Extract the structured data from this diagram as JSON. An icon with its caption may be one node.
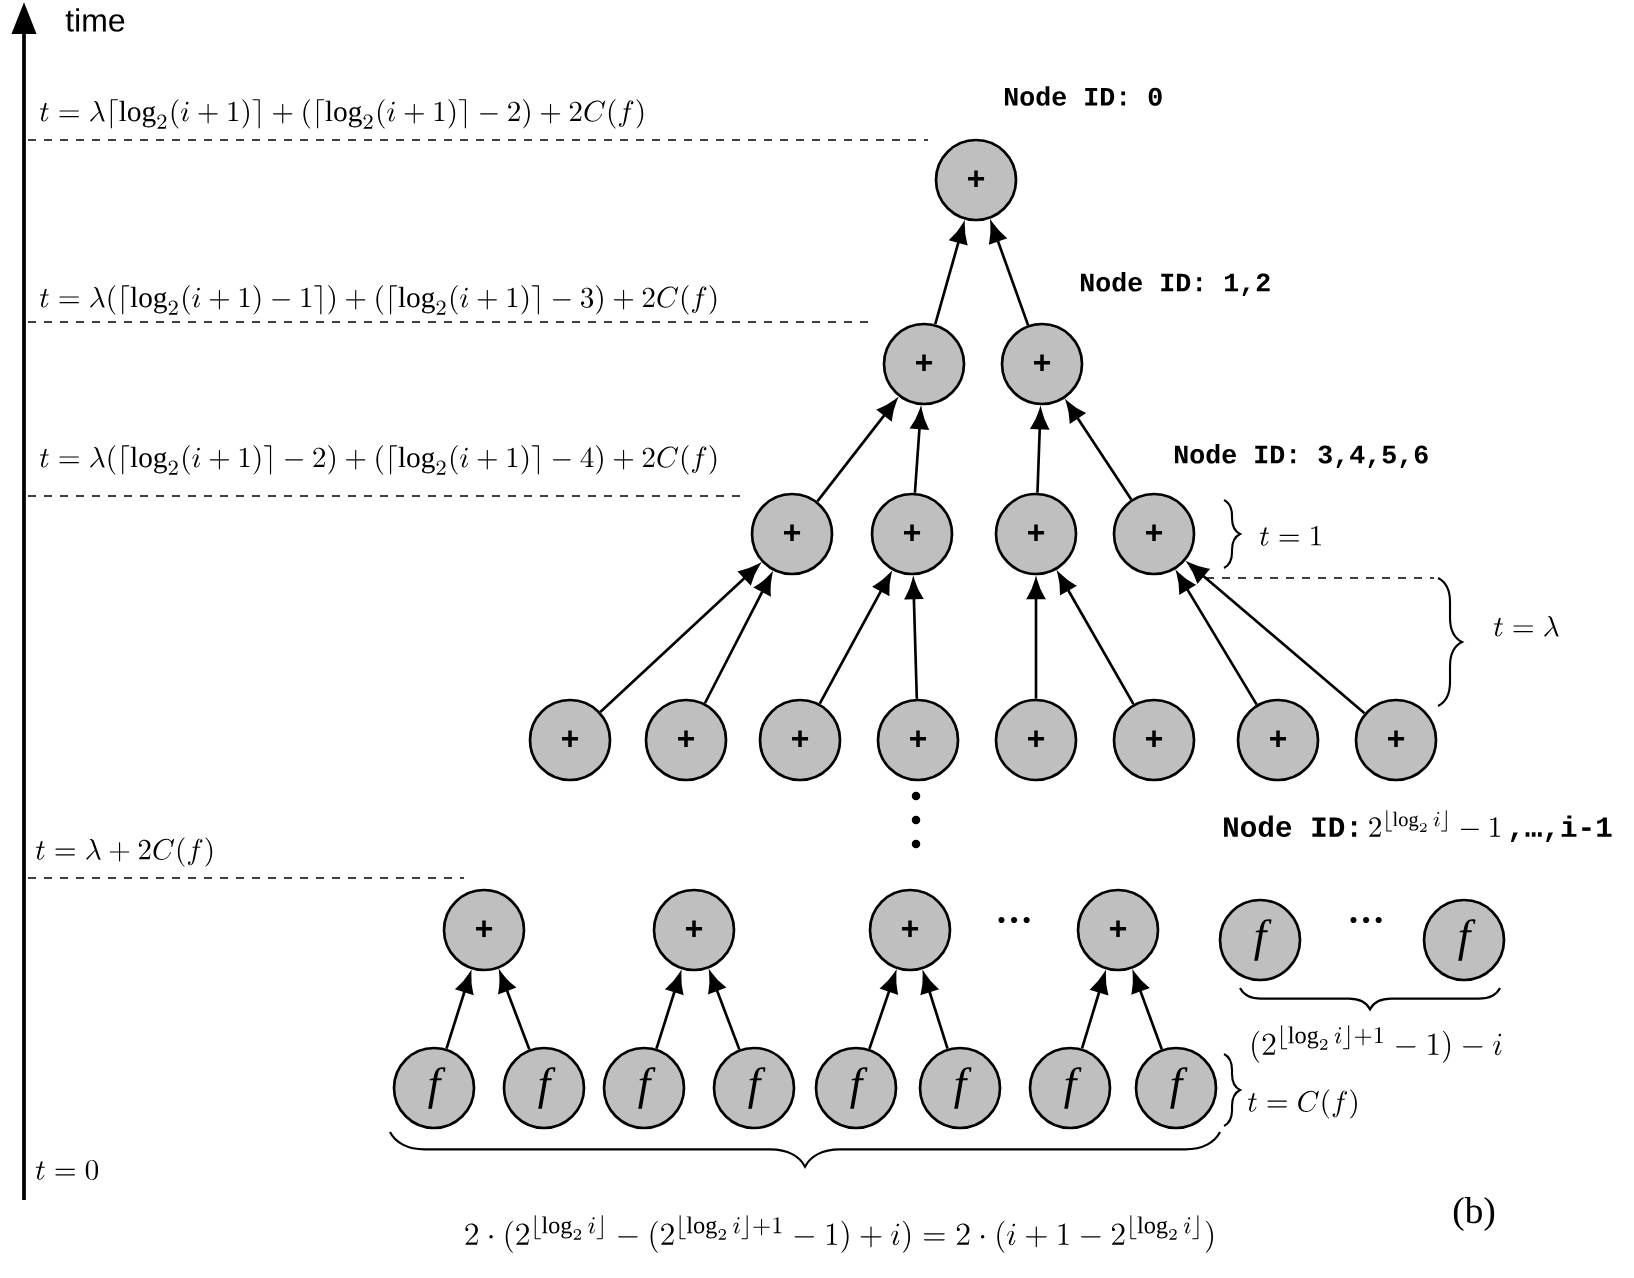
{
  "diagram": {
    "nodes": [
      {
        "text": [
          "+"
        ]
      },
      {
        "text": [
          "+"
        ]
      },
      {
        "text": [
          "+"
        ]
      },
      {
        "text": [
          "+"
        ]
      },
      {
        "text": [
          "+"
        ]
      },
      {
        "text": [
          "+"
        ]
      },
      {
        "text": [
          "+"
        ]
      },
      {
        "text": [
          "+"
        ]
      },
      {
        "text": [
          "+"
        ]
      },
      {
        "text": [
          "+"
        ]
      },
      {
        "text": [
          "+"
        ]
      },
      {
        "text": [
          "+"
        ]
      },
      {
        "text": [
          "+"
        ]
      },
      {
        "text": [
          "+"
        ]
      },
      {
        "text": [
          "+"
        ]
      },
      {
        "text": [
          "+"
        ]
      },
      {
        "text": [
          "+"
        ]
      },
      {
        "text": [
          "+"
        ]
      },
      {
        "text": [
          "+"
        ]
      },
      {
        "text": [
          "f"
        ]
      },
      {
        "text": [
          "f"
        ]
      },
      {
        "text": [
          "f"
        ]
      },
      {
        "text": [
          "f"
        ]
      },
      {
        "text": [
          "f"
        ]
      },
      {
        "text": [
          "f"
        ]
      },
      {
        "text": [
          "f"
        ]
      },
      {
        "text": [
          "f"
        ]
      },
      {
        "text": [
          "f"
        ]
      },
      {
        "text": [
          "f"
        ]
      }
    ],
    "edges": [
      {
        "from": 1,
        "to": 0,
        "arrow": "to"
      },
      {
        "from": 2,
        "to": 0,
        "arrow": "to"
      },
      {
        "from": 3,
        "to": 1,
        "arrow": "to"
      },
      {
        "from": 4,
        "to": 1,
        "arrow": "to"
      },
      {
        "from": 5,
        "to": 2,
        "arrow": "to"
      },
      {
        "from": 6,
        "to": 2,
        "arrow": "to"
      },
      {
        "from": 7,
        "to": 3,
        "arrow": "to"
      },
      {
        "from": 8,
        "to": 3,
        "arrow": "to"
      },
      {
        "from": 9,
        "to": 4,
        "arrow": "to"
      },
      {
        "from": 10,
        "to": 4,
        "arrow": "to"
      },
      {
        "from": 11,
        "to": 5,
        "arrow": "to"
      },
      {
        "from": 12,
        "to": 5,
        "arrow": "to"
      },
      {
        "from": 13,
        "to": 6,
        "arrow": "to"
      },
      {
        "from": 14,
        "to": 6,
        "arrow": "to"
      },
      {
        "from": 21,
        "to": 15,
        "arrow": "to"
      },
      {
        "from": 22,
        "to": 15,
        "arrow": "to"
      },
      {
        "from": 23,
        "to": 16,
        "arrow": "to"
      },
      {
        "from": 24,
        "to": 16,
        "arrow": "to"
      },
      {
        "from": 25,
        "to": 17,
        "arrow": "to"
      },
      {
        "from": 26,
        "to": 17,
        "arrow": "to"
      },
      {
        "from": 27,
        "to": 18,
        "arrow": "to"
      },
      {
        "from": 28,
        "to": 18,
        "arrow": "to"
      }
    ],
    "labels": [
      "time",
      "t=\\lambda\\lceil\\log_2(i+1)\\rceil+(\\lceil\\log_2(i+1)\\rceil-2)+2C(f)",
      "Node ID: 0",
      "t=\\lambda(\\lceil\\log_2(i+1)-1\\rceil)+(\\lceil\\log_2(i+1)\\rceil-3)+2C(f)",
      "Node ID: 1,2",
      "t=\\lambda(\\lceil\\log_2(i+1)\\rceil-2)+(\\lceil\\log_2(i+1)\\rceil-4)+2C(f)",
      "Node ID: 3,4,5,6",
      "t=1",
      "t=\\lambda",
      "\\texttt{\\textbf{Node ID:}}\\,2^{\\lfloor\\log_2 i\\rfloor}-1\\,\\texttt{\\textbf{,\\ldots,i-1}}",
      "t=\\lambda+2C(f)",
      "…",
      "…",
      "(2^{\\lfloor\\log_2 i\\rfloor+1}-1)-i",
      "t=C(f)",
      "t=0",
      "2\\cdot(2^{\\lfloor\\log_2 i\\rfloor}-(2^{\\lfloor\\log_2 i\\rfloor+1}-1)+i)=2\\cdot(i+1-2^{\\lfloor\\log_2 i\\rfloor})",
      "(b)"
    ]
  }
}
